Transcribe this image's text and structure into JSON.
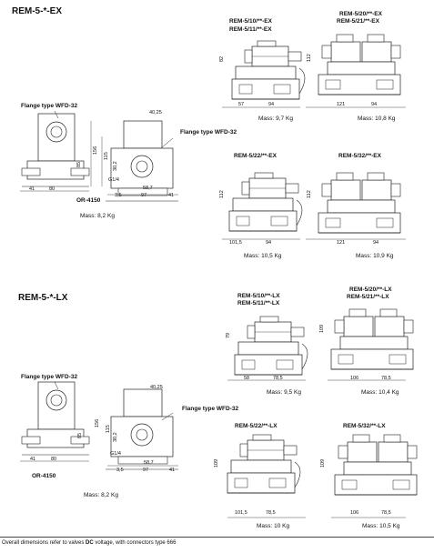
{
  "sections": {
    "ex_title": "REM-5-*-EX",
    "lx_title": "REM-5-*-LX"
  },
  "ex": {
    "flange_label_1": "Flange type WFD-32",
    "flange_label_2": "Flange type WFD-32",
    "or_label": "OR-4150",
    "flange_mass": "Mass: 8,2 Kg",
    "flange_dims": {
      "d40_25": "40,25",
      "d156": "156",
      "d115": "115",
      "d85": "85",
      "d30_2": "30,2",
      "g14": "G1/4",
      "d58_7": "58,7",
      "d3_5": "3,5",
      "d97": "97",
      "d41a": "41",
      "d80": "80",
      "d41b": "41"
    },
    "v1_title_a": "REM-5/10/**-EX",
    "v1_title_b": "REM-5/11/**-EX",
    "v1_h": "82",
    "v1_w1": "57",
    "v1_w2": "94",
    "v1_mass": "Mass: 9,7 Kg",
    "v2_title_a": "REM-5/20/**-EX",
    "v2_title_b": "REM-5/21/**-EX",
    "v2_h": "112",
    "v2_w1": "121",
    "v2_w2": "94",
    "v2_mass": "Mass: 10,8 Kg",
    "v3_title": "REM-5/22/**-EX",
    "v3_h": "112",
    "v3_w1": "101,5",
    "v3_w2": "94",
    "v3_mass": "Mass: 10,5 Kg",
    "v4_title": "REM-5/32/**-EX",
    "v4_h": "112",
    "v4_w1": "121",
    "v4_w2": "94",
    "v4_mass": "Mass: 10,9 Kg"
  },
  "lx": {
    "flange_label_1": "Flange type WFD-32",
    "flange_label_2": "Flange type WFD-32",
    "or_label": "OR-4150",
    "flange_mass": "Mass: 8,2 Kg",
    "flange_dims": {
      "d40_25": "40,25",
      "d156": "156",
      "d115": "115",
      "d85": "85",
      "d30_2": "30,2",
      "g14": "G1/4",
      "d58_7": "58,7",
      "d3_5": "3,5",
      "d97": "97",
      "d41a": "41",
      "d80": "80",
      "d41b": "41"
    },
    "v1_title_a": "REM-5/10/**-LX",
    "v1_title_b": "REM-5/11/**-LX",
    "v1_h": "79",
    "v1_w1": "58",
    "v1_w2": "78,5",
    "v1_mass": "Mass: 9,5 Kg",
    "v2_title_a": "REM-5/20/**-LX",
    "v2_title_b": "REM-5/21/**-LX",
    "v2_h": "109",
    "v2_w1": "106",
    "v2_w2": "78,5",
    "v2_mass": "Mass: 10,4 Kg",
    "v3_title": "REM-5/22/**-LX",
    "v3_h": "109",
    "v3_w1": "101,5",
    "v3_w2": "78,5",
    "v3_mass": "Mass: 10 Kg",
    "v4_title": "REM-5/32/**-LX",
    "v4_h": "109",
    "v4_w1": "106",
    "v4_w2": "78,5",
    "v4_mass": "Mass: 10,5 Kg"
  },
  "footnote": {
    "prefix": "Overall dimensions refer to valves ",
    "bold": "DC",
    "suffix": " voltage, with connectors type 666"
  }
}
